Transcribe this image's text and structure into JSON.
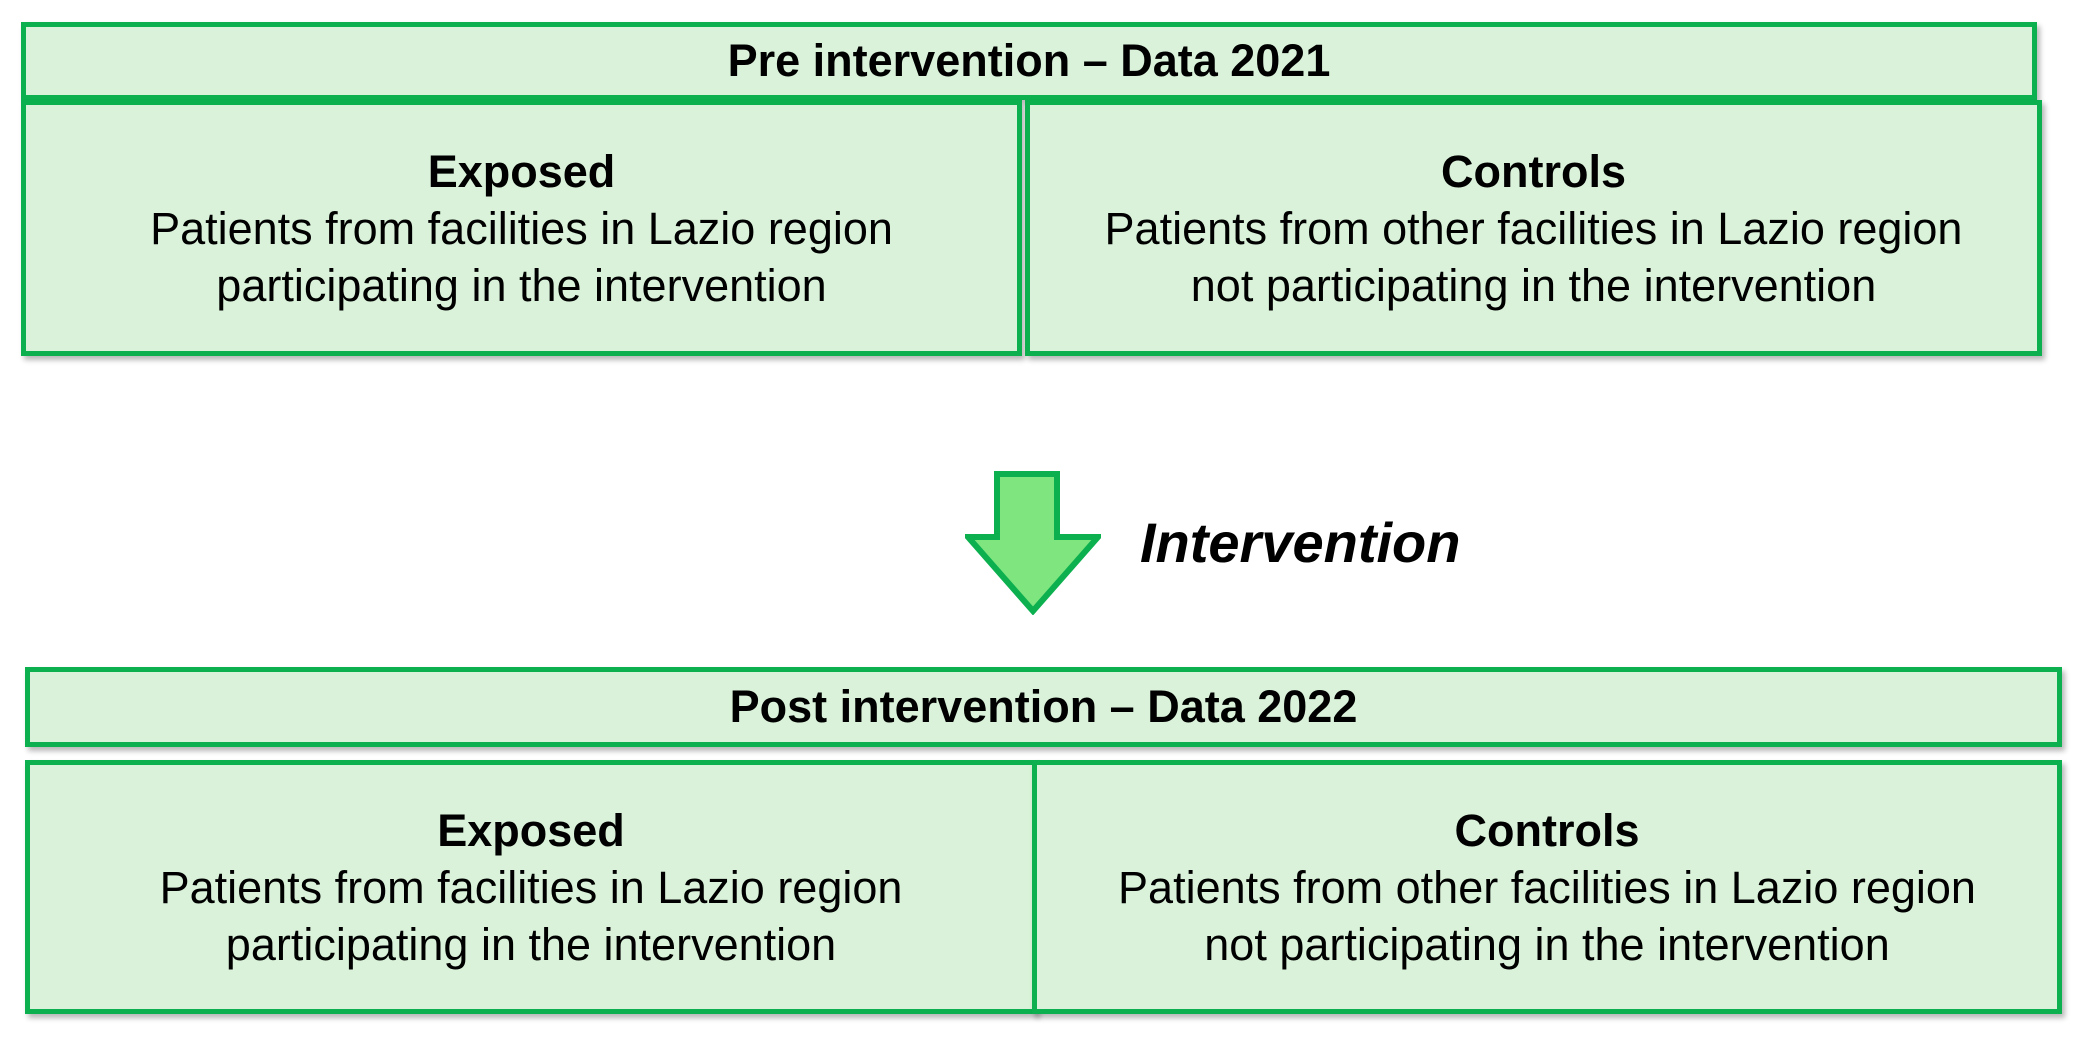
{
  "colors": {
    "box_fill": "#d9f2d9",
    "box_border": "#0cb04f",
    "arrow_fill": "#7ee57f",
    "arrow_border": "#0cb04f",
    "text": "#000000"
  },
  "pre": {
    "header": "Pre intervention – Data 2021",
    "exposed": {
      "title": "Exposed",
      "line1": "Patients from facilities in Lazio region",
      "line2": "participating in the intervention"
    },
    "controls": {
      "title": "Controls",
      "line1": "Patients from other facilities in Lazio region",
      "line2": "not participating in the intervention"
    }
  },
  "intervention_label": "Intervention",
  "post": {
    "header": "Post intervention – Data 2022",
    "exposed": {
      "title": "Exposed",
      "line1": "Patients from facilities in Lazio region",
      "line2": "participating in the intervention"
    },
    "controls": {
      "title": "Controls",
      "line1": "Patients from other facilities in Lazio region",
      "line2": "not participating in the intervention"
    }
  }
}
